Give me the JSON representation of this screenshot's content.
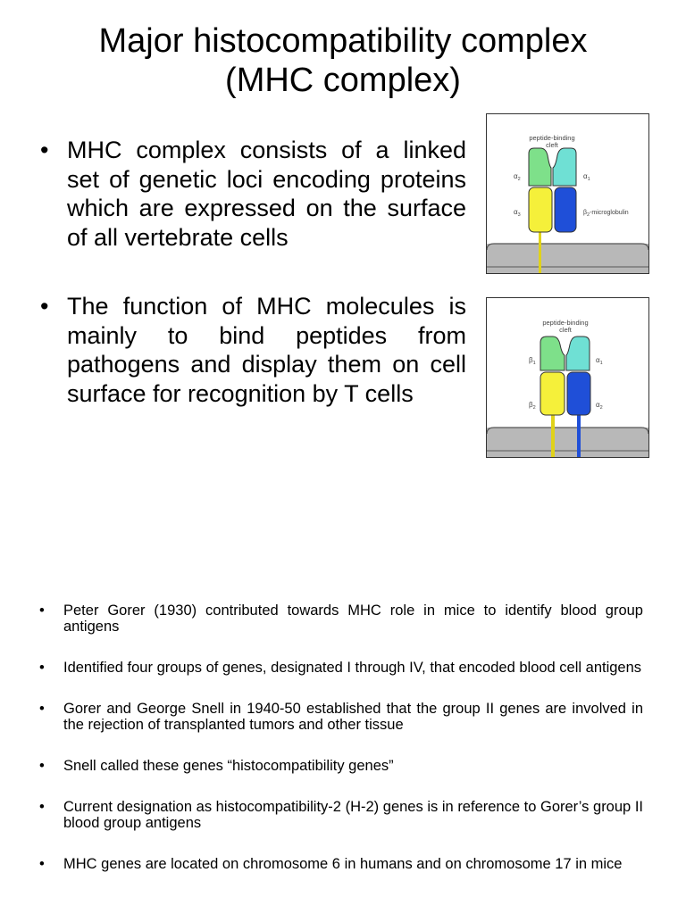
{
  "title": {
    "line1": "Major histocompatibility complex",
    "line2": "(MHC complex)"
  },
  "main_bullets": [
    "MHC complex consists of a linked set of genetic loci encoding proteins which are expressed on the surface of all vertebrate cells",
    "The function of MHC molecules is mainly to bind peptides from pathogens and display them on cell surface for recognition by T cells"
  ],
  "figures": [
    {
      "caption_line1": "peptide-binding",
      "caption_line2": "cleft",
      "label_left_top": "α2",
      "label_left_bottom": "α3",
      "label_right_top": "α1",
      "label_right_bottom": "β2-microglobulin",
      "colors": {
        "top_left": "#7ee08a",
        "top_right": "#6fe0d4",
        "bottom_left": "#f5f03a",
        "bottom_right": "#1f4fd8",
        "membrane": "#b8b8b8"
      }
    },
    {
      "caption_line1": "peptide-binding",
      "caption_line2": "cleft",
      "label_left_top": "β1",
      "label_left_bottom": "β2",
      "label_right_top": "α1",
      "label_right_bottom": "α2",
      "colors": {
        "top_left": "#7ee08a",
        "top_right": "#6fe0d4",
        "bottom_left": "#f5f03a",
        "bottom_right": "#1f4fd8",
        "membrane": "#b8b8b8"
      }
    }
  ],
  "small_bullets": [
    "Peter Gorer (1930) contributed towards MHC role in mice to identify blood group antigens",
    "Identified four groups of genes, designated I through IV, that encoded blood cell antigens",
    "Gorer and George Snell in 1940-50 established that the group II genes are involved in the rejection of transplanted tumors and other tissue",
    "Snell called these genes “histocompatibility genes”",
    "Current designation as histocompatibility-2 (H-2) genes is in reference to Gorer’s group II blood group antigens",
    "MHC genes are located on chromosome 6 in humans and on chromosome 17 in mice"
  ],
  "bullet_glyph": "•"
}
